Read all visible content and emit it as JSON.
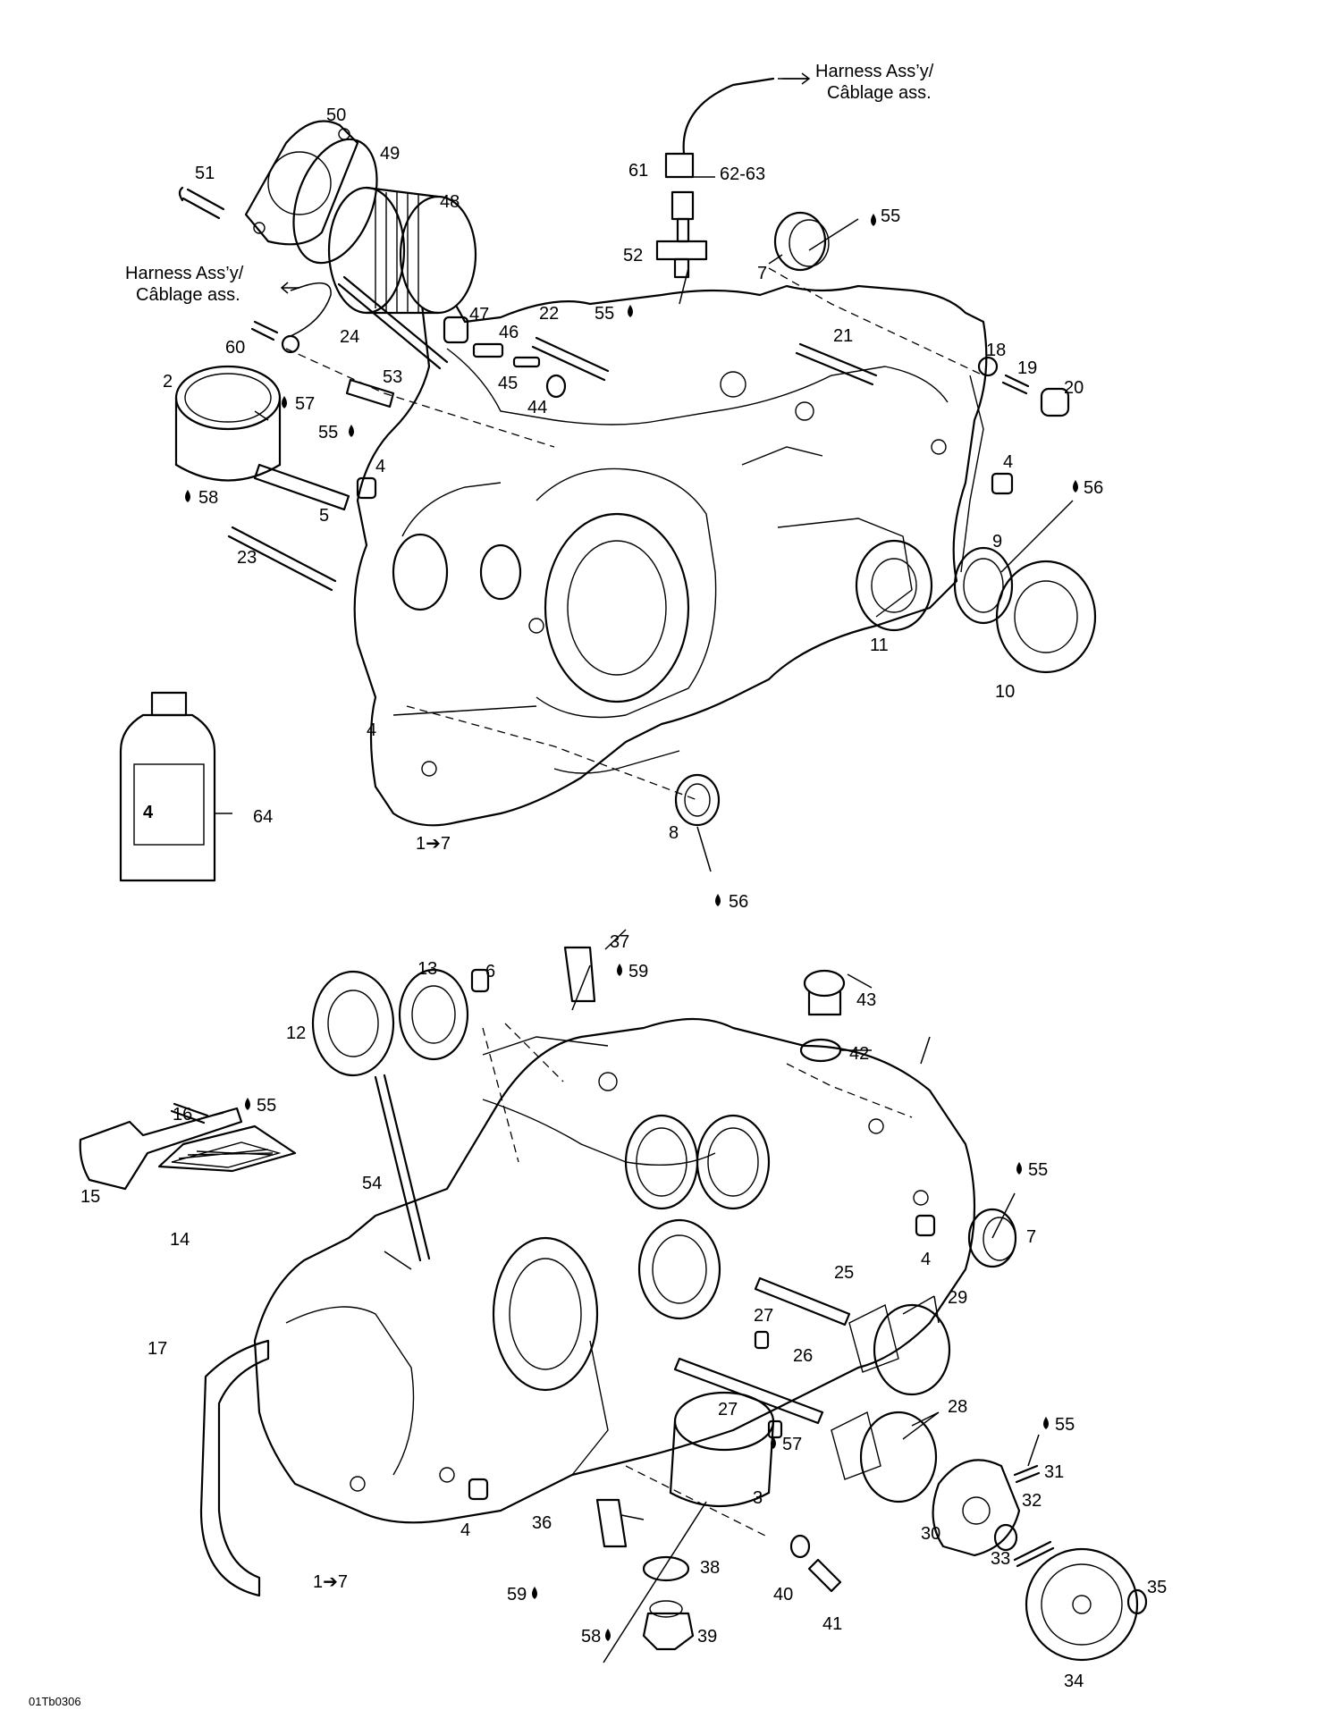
{
  "harness_callouts": [
    {
      "line1": "Harness Ass’y/",
      "line2": "Câblage ass."
    },
    {
      "line1": "Harness Ass’y/",
      "line2": "Câblage ass."
    }
  ],
  "upper_labels": [
    "50",
    "49",
    "51",
    "48",
    "61",
    "62-63",
    "55",
    "52",
    "7",
    "55",
    "47",
    "46",
    "22",
    "21",
    "24",
    "60",
    "53",
    "2",
    "57",
    "55",
    "45",
    "44",
    "18",
    "19",
    "20",
    "4",
    "4",
    "58",
    "5",
    "23",
    "56",
    "9",
    "11",
    "10",
    "4",
    "64",
    "1➔7",
    "8",
    "56"
  ],
  "lower_labels": [
    "37",
    "59",
    "13",
    "6",
    "43",
    "12",
    "42",
    "55",
    "16",
    "55",
    "15",
    "14",
    "54",
    "7",
    "4",
    "25",
    "27",
    "29",
    "17",
    "26",
    "28",
    "27",
    "57",
    "55",
    "31",
    "3",
    "32",
    "30",
    "33",
    "36",
    "4",
    "38",
    "35",
    "1➔7",
    "59",
    "40",
    "41",
    "58",
    "39",
    "34"
  ],
  "bottle_text": "4",
  "reference_code": "01Tb0306"
}
